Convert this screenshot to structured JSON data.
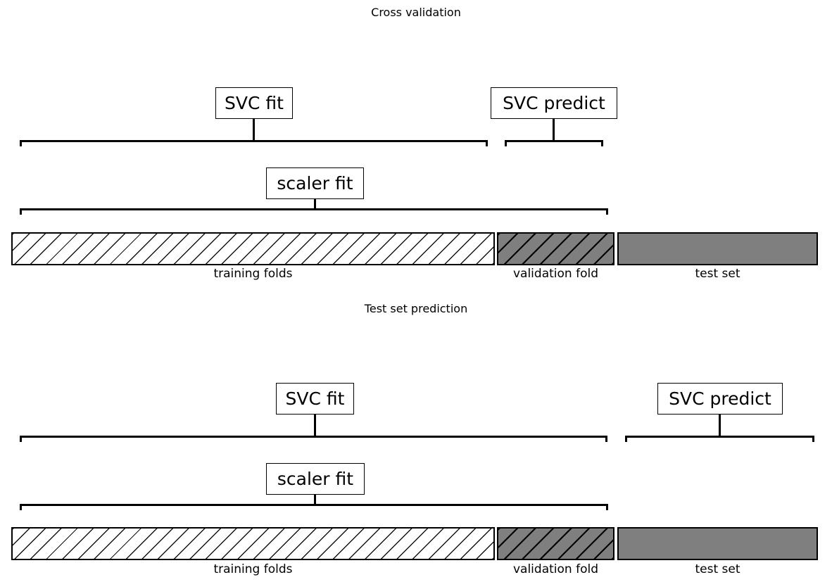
{
  "figure": {
    "background": "#ffffff",
    "line_color": "#000000",
    "bar_gray": "#7f7f7f"
  },
  "panels": [
    {
      "id": "cross-validation",
      "title": "Cross validation",
      "boxes": {
        "svc_fit": "SVC fit",
        "svc_predict": "SVC predict",
        "scaler_fit": "scaler fit"
      },
      "bars": [
        {
          "label": "training folds",
          "style": "white-hatched"
        },
        {
          "label": "validation fold",
          "style": "gray-hatched"
        },
        {
          "label": "test set",
          "style": "gray-solid"
        }
      ]
    },
    {
      "id": "test-set-prediction",
      "title": "Test set prediction",
      "boxes": {
        "svc_fit": "SVC fit",
        "svc_predict": "SVC predict",
        "scaler_fit": "scaler fit"
      },
      "bars": [
        {
          "label": "training folds",
          "style": "white-hatched"
        },
        {
          "label": "validation fold",
          "style": "gray-hatched"
        },
        {
          "label": "test set",
          "style": "gray-solid"
        }
      ]
    }
  ]
}
